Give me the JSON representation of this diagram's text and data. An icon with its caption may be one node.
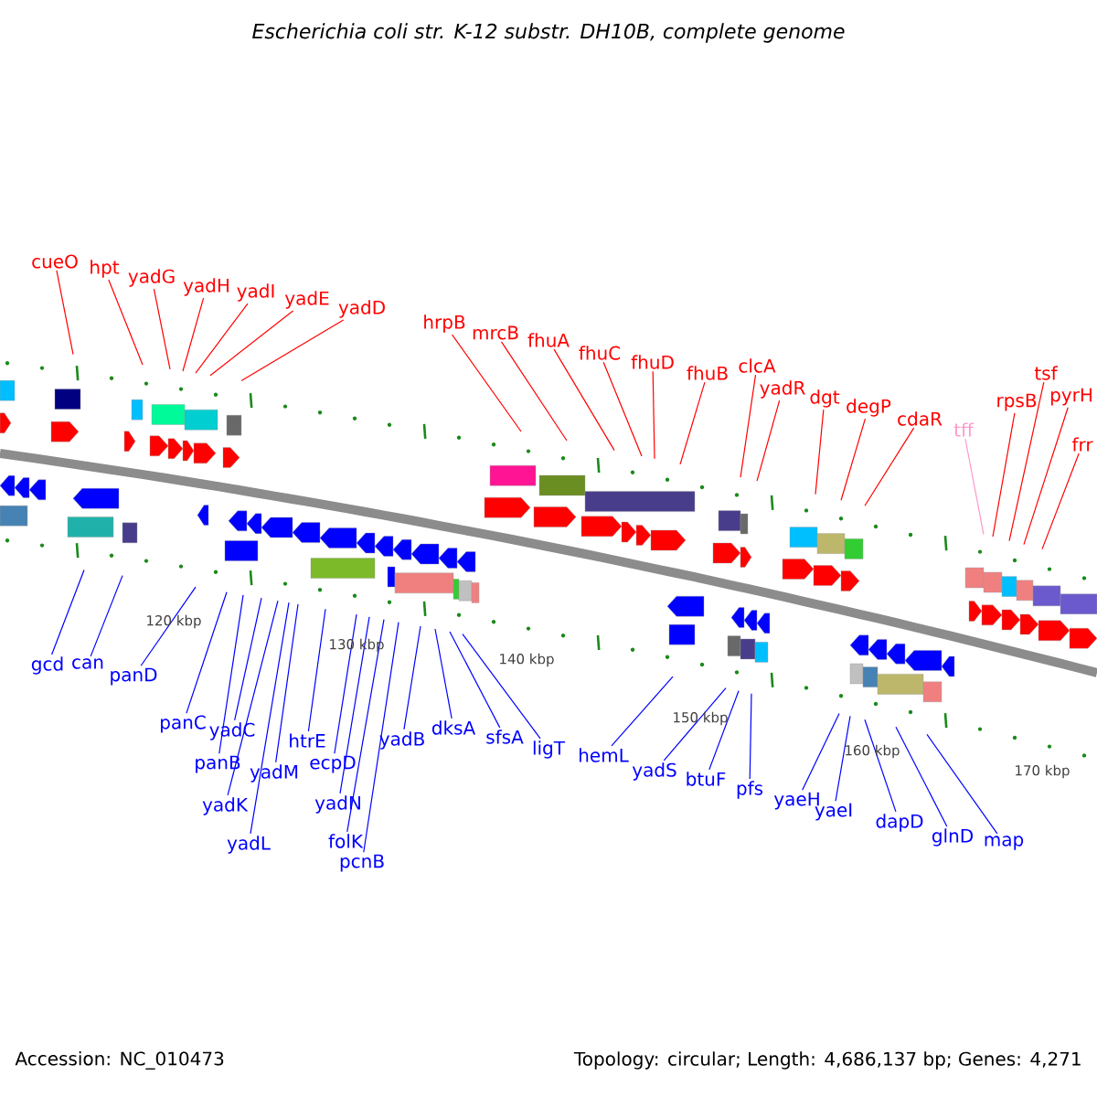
{
  "diagram": {
    "title": "Escherichia coli str. K-12 substr. DH10B, complete genome",
    "nodes": [
      {
        "text": [
          "cueO"
        ]
      },
      {
        "text": [
          "hpt"
        ]
      },
      {
        "text": [
          "yadG"
        ]
      },
      {
        "text": [
          "yadH"
        ]
      },
      {
        "text": [
          "yadI"
        ]
      },
      {
        "text": [
          "yadE"
        ]
      },
      {
        "text": [
          "yadD"
        ]
      },
      {
        "text": [
          "hrpB"
        ]
      },
      {
        "text": [
          "mrcB"
        ]
      },
      {
        "text": [
          "fhuA"
        ]
      },
      {
        "text": [
          "fhuC"
        ]
      },
      {
        "text": [
          "fhuD"
        ]
      },
      {
        "text": [
          "fhuB"
        ]
      },
      {
        "text": [
          "clcA"
        ]
      },
      {
        "text": [
          "yadR"
        ]
      },
      {
        "text": [
          "dgt"
        ]
      },
      {
        "text": [
          "degP"
        ]
      },
      {
        "text": [
          "cdaR"
        ]
      },
      {
        "text": [
          "tff"
        ]
      },
      {
        "text": [
          "rpsB"
        ]
      },
      {
        "text": [
          "tsf"
        ]
      },
      {
        "text": [
          "pyrH"
        ]
      },
      {
        "text": [
          "frr"
        ]
      },
      {
        "text": [
          "gcd"
        ]
      },
      {
        "text": [
          "can"
        ]
      },
      {
        "text": [
          "panD"
        ]
      },
      {
        "text": [
          "panC"
        ]
      },
      {
        "text": [
          "panB"
        ]
      },
      {
        "text": [
          "yadC"
        ]
      },
      {
        "text": [
          "yadK"
        ]
      },
      {
        "text": [
          "yadL"
        ]
      },
      {
        "text": [
          "yadM"
        ]
      },
      {
        "text": [
          "htrE"
        ]
      },
      {
        "text": [
          "ecpD"
        ]
      },
      {
        "text": [
          "yadN"
        ]
      },
      {
        "text": [
          "folK"
        ]
      },
      {
        "text": [
          "pcnB"
        ]
      },
      {
        "text": [
          "yadB"
        ]
      },
      {
        "text": [
          "dksA"
        ]
      },
      {
        "text": [
          "sfsA"
        ]
      },
      {
        "text": [
          "ligT"
        ]
      },
      {
        "text": [
          "hemL"
        ]
      },
      {
        "text": [
          "yadS"
        ]
      },
      {
        "text": [
          "btuF"
        ]
      },
      {
        "text": [
          "pfs"
        ]
      },
      {
        "text": [
          "yaeH"
        ]
      },
      {
        "text": [
          "yaeI"
        ]
      },
      {
        "text": [
          "dapD"
        ]
      },
      {
        "text": [
          "glnD"
        ]
      },
      {
        "text": [
          "map"
        ]
      }
    ],
    "edges": [
      {
        "from": 0,
        "to": null,
        "arrow": "none",
        "color": "#ff0000"
      },
      {
        "from": 1,
        "to": null,
        "arrow": "none",
        "color": "#ff0000"
      },
      {
        "from": 2,
        "to": null,
        "arrow": "none",
        "color": "#ff0000"
      },
      {
        "from": 3,
        "to": null,
        "arrow": "none",
        "color": "#ff0000"
      },
      {
        "from": 4,
        "to": null,
        "arrow": "none",
        "color": "#ff0000"
      },
      {
        "from": 5,
        "to": null,
        "arrow": "none",
        "color": "#ff0000"
      },
      {
        "from": 6,
        "to": null,
        "arrow": "none",
        "color": "#ff0000"
      },
      {
        "from": 7,
        "to": null,
        "arrow": "none",
        "color": "#ff0000"
      },
      {
        "from": 8,
        "to": null,
        "arrow": "none",
        "color": "#ff0000"
      },
      {
        "from": 9,
        "to": null,
        "arrow": "none",
        "color": "#ff0000"
      },
      {
        "from": 10,
        "to": null,
        "arrow": "none",
        "color": "#ff0000"
      },
      {
        "from": 11,
        "to": null,
        "arrow": "none",
        "color": "#ff0000"
      },
      {
        "from": 12,
        "to": null,
        "arrow": "none",
        "color": "#ff0000"
      },
      {
        "from": 13,
        "to": null,
        "arrow": "none",
        "color": "#ff0000"
      },
      {
        "from": 14,
        "to": null,
        "arrow": "none",
        "color": "#ff0000"
      },
      {
        "from": 15,
        "to": null,
        "arrow": "none",
        "color": "#ff0000"
      },
      {
        "from": 16,
        "to": null,
        "arrow": "none",
        "color": "#ff0000"
      },
      {
        "from": 17,
        "to": null,
        "arrow": "none",
        "color": "#ff0000"
      },
      {
        "from": 18,
        "to": null,
        "arrow": "none",
        "color": "#ff99cc"
      },
      {
        "from": 19,
        "to": null,
        "arrow": "none",
        "color": "#ff0000"
      },
      {
        "from": 20,
        "to": null,
        "arrow": "none",
        "color": "#ff0000"
      },
      {
        "from": 21,
        "to": null,
        "arrow": "none",
        "color": "#ff0000"
      },
      {
        "from": 22,
        "to": null,
        "arrow": "none",
        "color": "#ff0000"
      },
      {
        "from": 23,
        "to": null,
        "arrow": "none"
      },
      {
        "from": 24,
        "to": null,
        "arrow": "none"
      },
      {
        "from": 25,
        "to": null,
        "arrow": "none"
      },
      {
        "from": 26,
        "to": null,
        "arrow": "none"
      },
      {
        "from": 27,
        "to": null,
        "arrow": "none"
      },
      {
        "from": 28,
        "to": null,
        "arrow": "none"
      },
      {
        "from": 29,
        "to": null,
        "arrow": "none"
      },
      {
        "from": 30,
        "to": null,
        "arrow": "none"
      },
      {
        "from": 31,
        "to": null,
        "arrow": "none"
      },
      {
        "from": 32,
        "to": null,
        "arrow": "none"
      },
      {
        "from": 33,
        "to": null,
        "arrow": "none"
      },
      {
        "from": 34,
        "to": null,
        "arrow": "none"
      },
      {
        "from": 35,
        "to": null,
        "arrow": "none"
      },
      {
        "from": 36,
        "to": null,
        "arrow": "none"
      },
      {
        "from": 37,
        "to": null,
        "arrow": "none"
      },
      {
        "from": 38,
        "to": null,
        "arrow": "none"
      },
      {
        "from": 39,
        "to": null,
        "arrow": "none"
      },
      {
        "from": 40,
        "to": null,
        "arrow": "none"
      },
      {
        "from": 41,
        "to": null,
        "arrow": "none"
      },
      {
        "from": 42,
        "to": null,
        "arrow": "none"
      },
      {
        "from": 43,
        "to": null,
        "arrow": "none"
      },
      {
        "from": 44,
        "to": null,
        "arrow": "none"
      },
      {
        "from": 45,
        "to": null,
        "arrow": "none"
      },
      {
        "from": 46,
        "to": null,
        "arrow": "none"
      },
      {
        "from": 47,
        "to": null,
        "arrow": "none"
      },
      {
        "from": 48,
        "to": null,
        "arrow": "none"
      },
      {
        "from": 49,
        "to": null,
        "arrow": "none"
      }
    ],
    "labels": [
      "120 kbp",
      "130 kbp",
      "140 kbp",
      "150 kbp",
      "160 kbp",
      "170 kbp",
      "Accession: NC_010473",
      "Topology: circular; Length: 4,686,137 bp; Genes: 4,271"
    ]
  }
}
